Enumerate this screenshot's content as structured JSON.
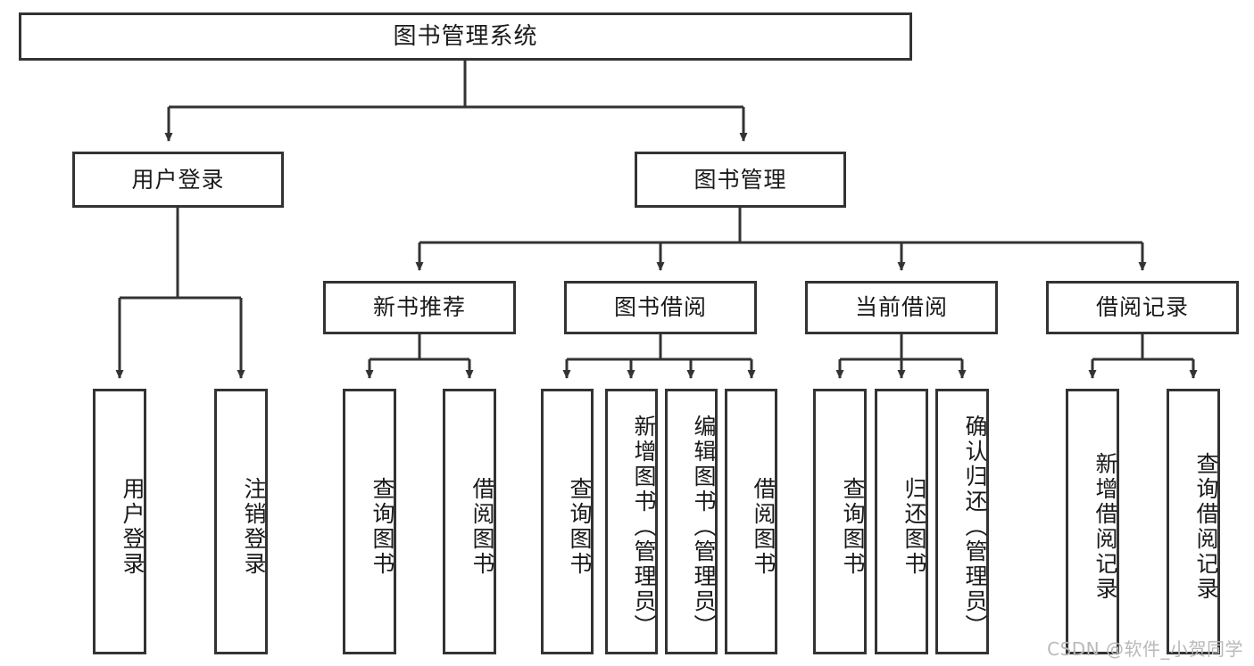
{
  "diagram": {
    "title": "图书管理系统",
    "type": "tree-hierarchy",
    "watermark": "CSDN @软件_小贺同学",
    "colors": {
      "stroke": "#333333",
      "fill": "#ffffff",
      "text": "#1a1a1a",
      "watermark": "#b9b9b9"
    },
    "nodes": {
      "root": {
        "label": "图书管理系统",
        "level": 1,
        "orientation": "horizontal"
      },
      "l2": [
        {
          "id": "user-login",
          "label": "用户登录",
          "level": 2,
          "orientation": "horizontal"
        },
        {
          "id": "book-manage",
          "label": "图书管理",
          "level": 2,
          "orientation": "horizontal"
        }
      ],
      "l3": [
        {
          "id": "new-book-rec",
          "label": "新书推荐",
          "level": 3,
          "orientation": "horizontal"
        },
        {
          "id": "book-borrow",
          "label": "图书借阅",
          "level": 3,
          "orientation": "horizontal"
        },
        {
          "id": "current-borrow",
          "label": "当前借阅",
          "level": 3,
          "orientation": "horizontal"
        },
        {
          "id": "borrow-record",
          "label": "借阅记录",
          "level": 3,
          "orientation": "horizontal"
        }
      ],
      "leaves": {
        "user_login": [
          {
            "id": "leaf-user-login",
            "label": "用户登录",
            "orientation": "vertical"
          },
          {
            "id": "leaf-logout-login",
            "label": "注销登录",
            "orientation": "vertical"
          }
        ],
        "new_book_rec": [
          {
            "id": "leaf-query-book-1",
            "label": "查询图书",
            "orientation": "vertical"
          },
          {
            "id": "leaf-borrow-book-1",
            "label": "借阅图书",
            "orientation": "vertical"
          }
        ],
        "book_borrow": [
          {
            "id": "leaf-query-book-2",
            "label": "查询图书",
            "orientation": "vertical"
          },
          {
            "id": "leaf-add-book",
            "label": "新增图书（管理员）",
            "orientation": "vertical"
          },
          {
            "id": "leaf-edit-book",
            "label": "编辑图书（管理员）",
            "orientation": "vertical"
          },
          {
            "id": "leaf-borrow-book-2",
            "label": "借阅图书",
            "orientation": "vertical"
          }
        ],
        "current_borrow": [
          {
            "id": "leaf-query-book-3",
            "label": "查询图书",
            "orientation": "vertical"
          },
          {
            "id": "leaf-return-book",
            "label": "归还图书",
            "orientation": "vertical"
          },
          {
            "id": "leaf-confirm-return",
            "label": "确认归还（管理员）",
            "orientation": "vertical"
          }
        ],
        "borrow_record": [
          {
            "id": "leaf-add-record",
            "label": "新增借阅记录",
            "orientation": "vertical"
          },
          {
            "id": "leaf-query-record",
            "label": "查询借阅记录",
            "orientation": "vertical"
          }
        ]
      }
    }
  }
}
